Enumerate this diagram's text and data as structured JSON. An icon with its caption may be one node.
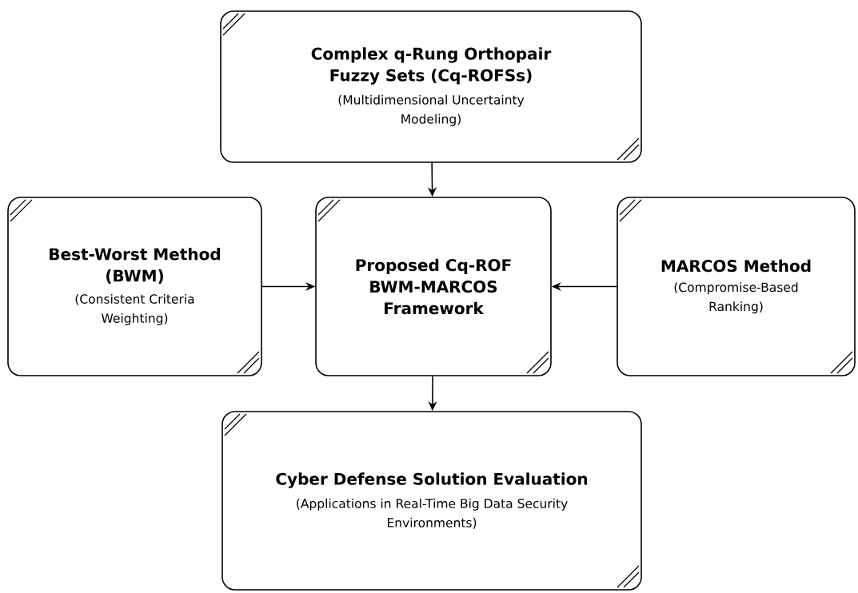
{
  "diagram": {
    "nodes": [
      {
        "text": [
          "Complex q-Rung Orthopair Fuzzy Sets (Cq-ROFSs)",
          "(Multidimensional Uncertainty Modeling)"
        ]
      },
      {
        "text": [
          "Best-Worst Method (BWM)",
          "(Consistent Criteria Weighting)"
        ]
      },
      {
        "text": [
          "Proposed Cq-ROF BWM-MARCOS Framework"
        ]
      },
      {
        "text": [
          "MARCOS Method",
          "(Compromise-Based Ranking)"
        ]
      },
      {
        "text": [
          "Cyber Defense Solution Evaluation",
          "(Applications in Real-Time Big Data Security Environments)"
        ]
      }
    ],
    "edges": [
      {
        "from": 0,
        "to": 2,
        "arrow": "to"
      },
      {
        "from": 1,
        "to": 2,
        "arrow": "to"
      },
      {
        "from": 3,
        "to": 2,
        "arrow": "to"
      },
      {
        "from": 2,
        "to": 4,
        "arrow": "to"
      }
    ]
  }
}
